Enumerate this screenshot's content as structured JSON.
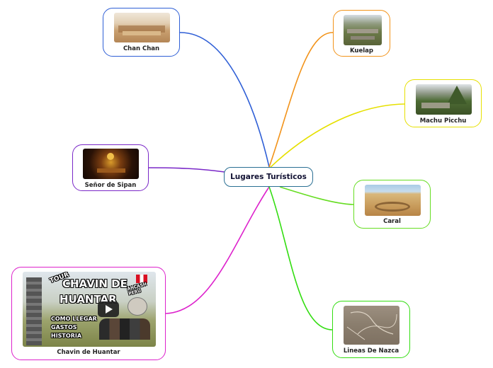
{
  "center_topic": "Lugares Turísticos",
  "nodes": {
    "chan_chan": {
      "label": "Chan Chan",
      "color": "#2f5fd6"
    },
    "kuelap": {
      "label": "Kuelap",
      "color": "#f2931a"
    },
    "machu_picchu": {
      "label": "Machu Picchu",
      "color": "#e6e000"
    },
    "senor_sipan": {
      "label": "Señor de Sipan",
      "color": "#7a28c8"
    },
    "caral": {
      "label": "Caral",
      "color": "#66dd22"
    },
    "chavin": {
      "label": "Chavin de Huantar",
      "color": "#dd22cc"
    },
    "nazca": {
      "label": "Lineas De Nazca",
      "color": "#33dd11"
    }
  },
  "chavin_thumbnail": {
    "tour": "TOUR",
    "title_line1": "CHAVIN DE",
    "title_line2": "HUANTAR",
    "badge": "ANCASH PERU",
    "bullets": [
      "COMO LLEGAR",
      "GASTOS",
      "HISTORIA"
    ]
  }
}
